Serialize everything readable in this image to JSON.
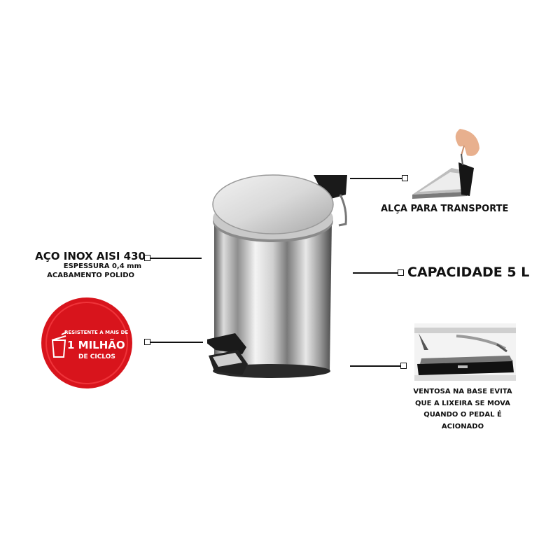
{
  "material": {
    "title": "AÇO INOX AISI 430",
    "thickness": "ESPESSURA 0,4 mm",
    "finish": "ACABAMENTO POLIDO"
  },
  "badge": {
    "top": "RESISTENTE A MAIS DE",
    "main": "1 MILHÃO",
    "bottom": "DE CICLOS",
    "color": "#d8141c"
  },
  "handle": {
    "label": "ALÇA PARA TRANSPORTE"
  },
  "capacity": {
    "label": "CAPACIDADE 5 L"
  },
  "base": {
    "lines": [
      "VENTOSA NA BASE EVITA",
      "QUE A LIXEIRA SE MOVA",
      "QUANDO O PEDAL É",
      "ACIONADO"
    ]
  },
  "icons": {
    "bin": "pedal-trash-bin-icon",
    "hand": "hand-lifting-lid-icon",
    "base": "suction-base-icon"
  }
}
